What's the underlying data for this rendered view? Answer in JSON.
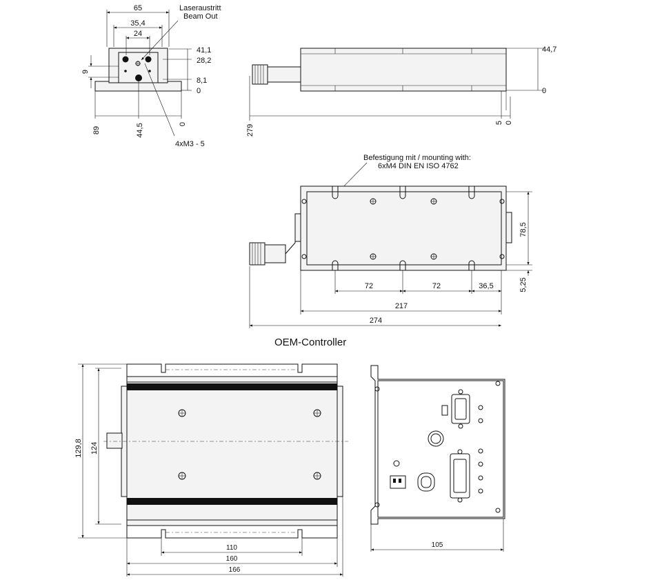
{
  "front_view": {
    "dim_width": "65",
    "dim_354": "35,4",
    "dim_24": "24",
    "beam_label_de": "Laseraustritt",
    "beam_label_en": "Beam Out",
    "dim_411": "41,1",
    "dim_282": "28,2",
    "dim_81": "8,1",
    "dim_0": "0",
    "dim_9": "9",
    "dim_89": "89",
    "dim_445": "44,5",
    "dim_0b": "0",
    "thread_label": "4xM3 - 5"
  },
  "side_view": {
    "dim_447": "44,7",
    "dim_0": "0",
    "dim_279": "279",
    "dim_5": "5",
    "dim_0b": "0"
  },
  "top_view": {
    "mount_label_1": "Befestigung mit / mounting with:",
    "mount_label_2": "6xM4 DIN EN ISO 4762",
    "dim_785": "78,5",
    "dim_525": "5,25",
    "dim_72a": "72",
    "dim_72b": "72",
    "dim_365": "36,5",
    "dim_217": "217",
    "dim_274": "274"
  },
  "controller": {
    "title": "OEM-Controller",
    "dim_1298": "129,8",
    "dim_124": "124",
    "dim_110": "110",
    "dim_160": "160",
    "dim_166": "166",
    "dim_105": "105"
  }
}
